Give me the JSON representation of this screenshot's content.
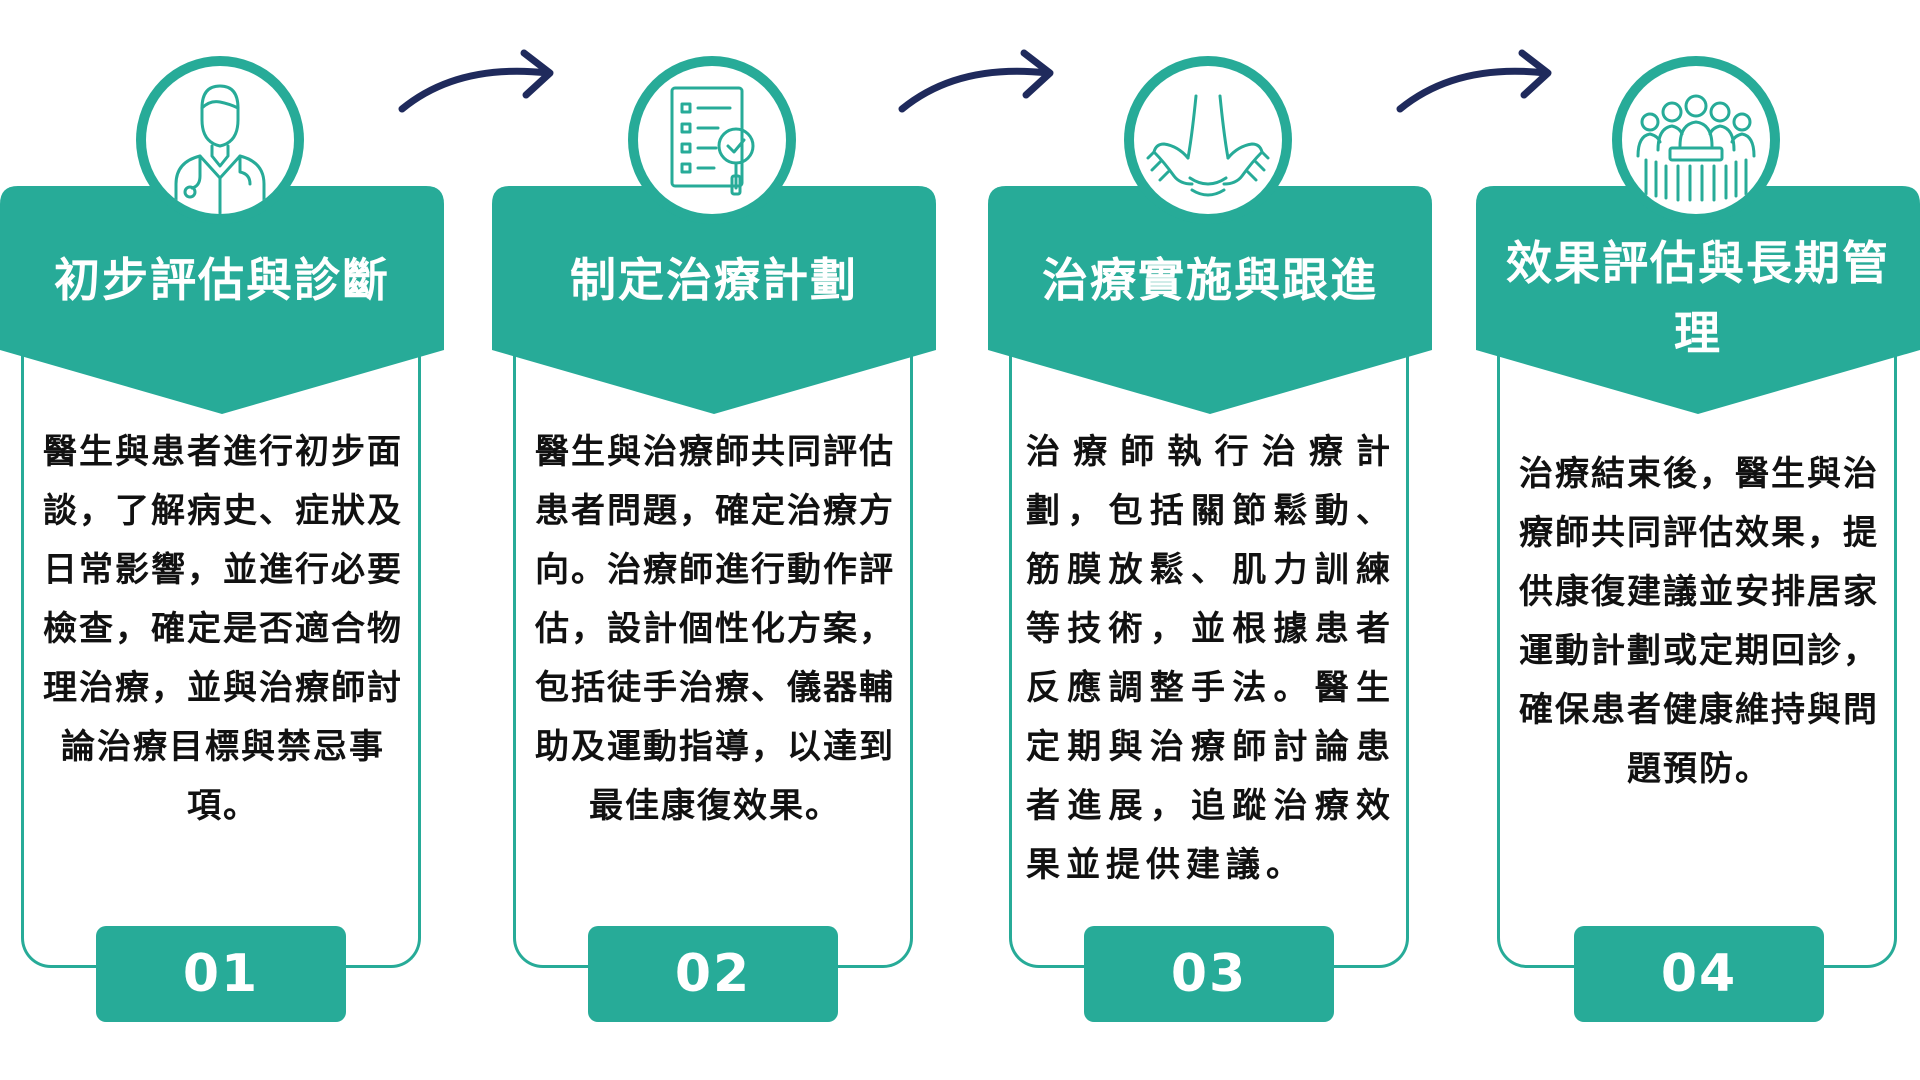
{
  "colors": {
    "accent": "#27ab98",
    "arrow": "#1f2a5c",
    "text": "#111111"
  },
  "steps": [
    {
      "icon": "doctor-icon",
      "number": "01",
      "title": "初步評估與診斷",
      "description": "醫生與患者進行初步面談，了解病史、症狀及日常影響，並進行必要檢查，確定是否適合物理治療，並與治療師討論治療目標與禁忌事項。"
    },
    {
      "icon": "checklist-magnifier-icon",
      "number": "02",
      "title": "制定治療計劃",
      "description": "醫生與治療師共同評估患者問題，確定治療方向。治療師進行動作評估，設計個性化方案，包括徒手治療、儀器輔助及運動指導，以達到最佳康復效果。"
    },
    {
      "icon": "hands-treatment-icon",
      "number": "03",
      "title": "治療實施與跟進",
      "description": "治療師執行治療計劃，包括關節鬆動、筋膜放鬆、肌力訓練等技術，並根據患者反應調整手法。醫生定期與治療師討論患者進展，追蹤治療效果並提供建議。"
    },
    {
      "icon": "team-meeting-icon",
      "number": "04",
      "title": "效果評估與長期管理",
      "description": "治療結束後，醫生與治療師共同評估效果，提供康復建議並安排居家運動計劃或定期回診，確保患者健康維持與問題預防。"
    }
  ],
  "arrows": [
    "arrow-right-icon",
    "arrow-right-icon",
    "arrow-right-icon"
  ]
}
